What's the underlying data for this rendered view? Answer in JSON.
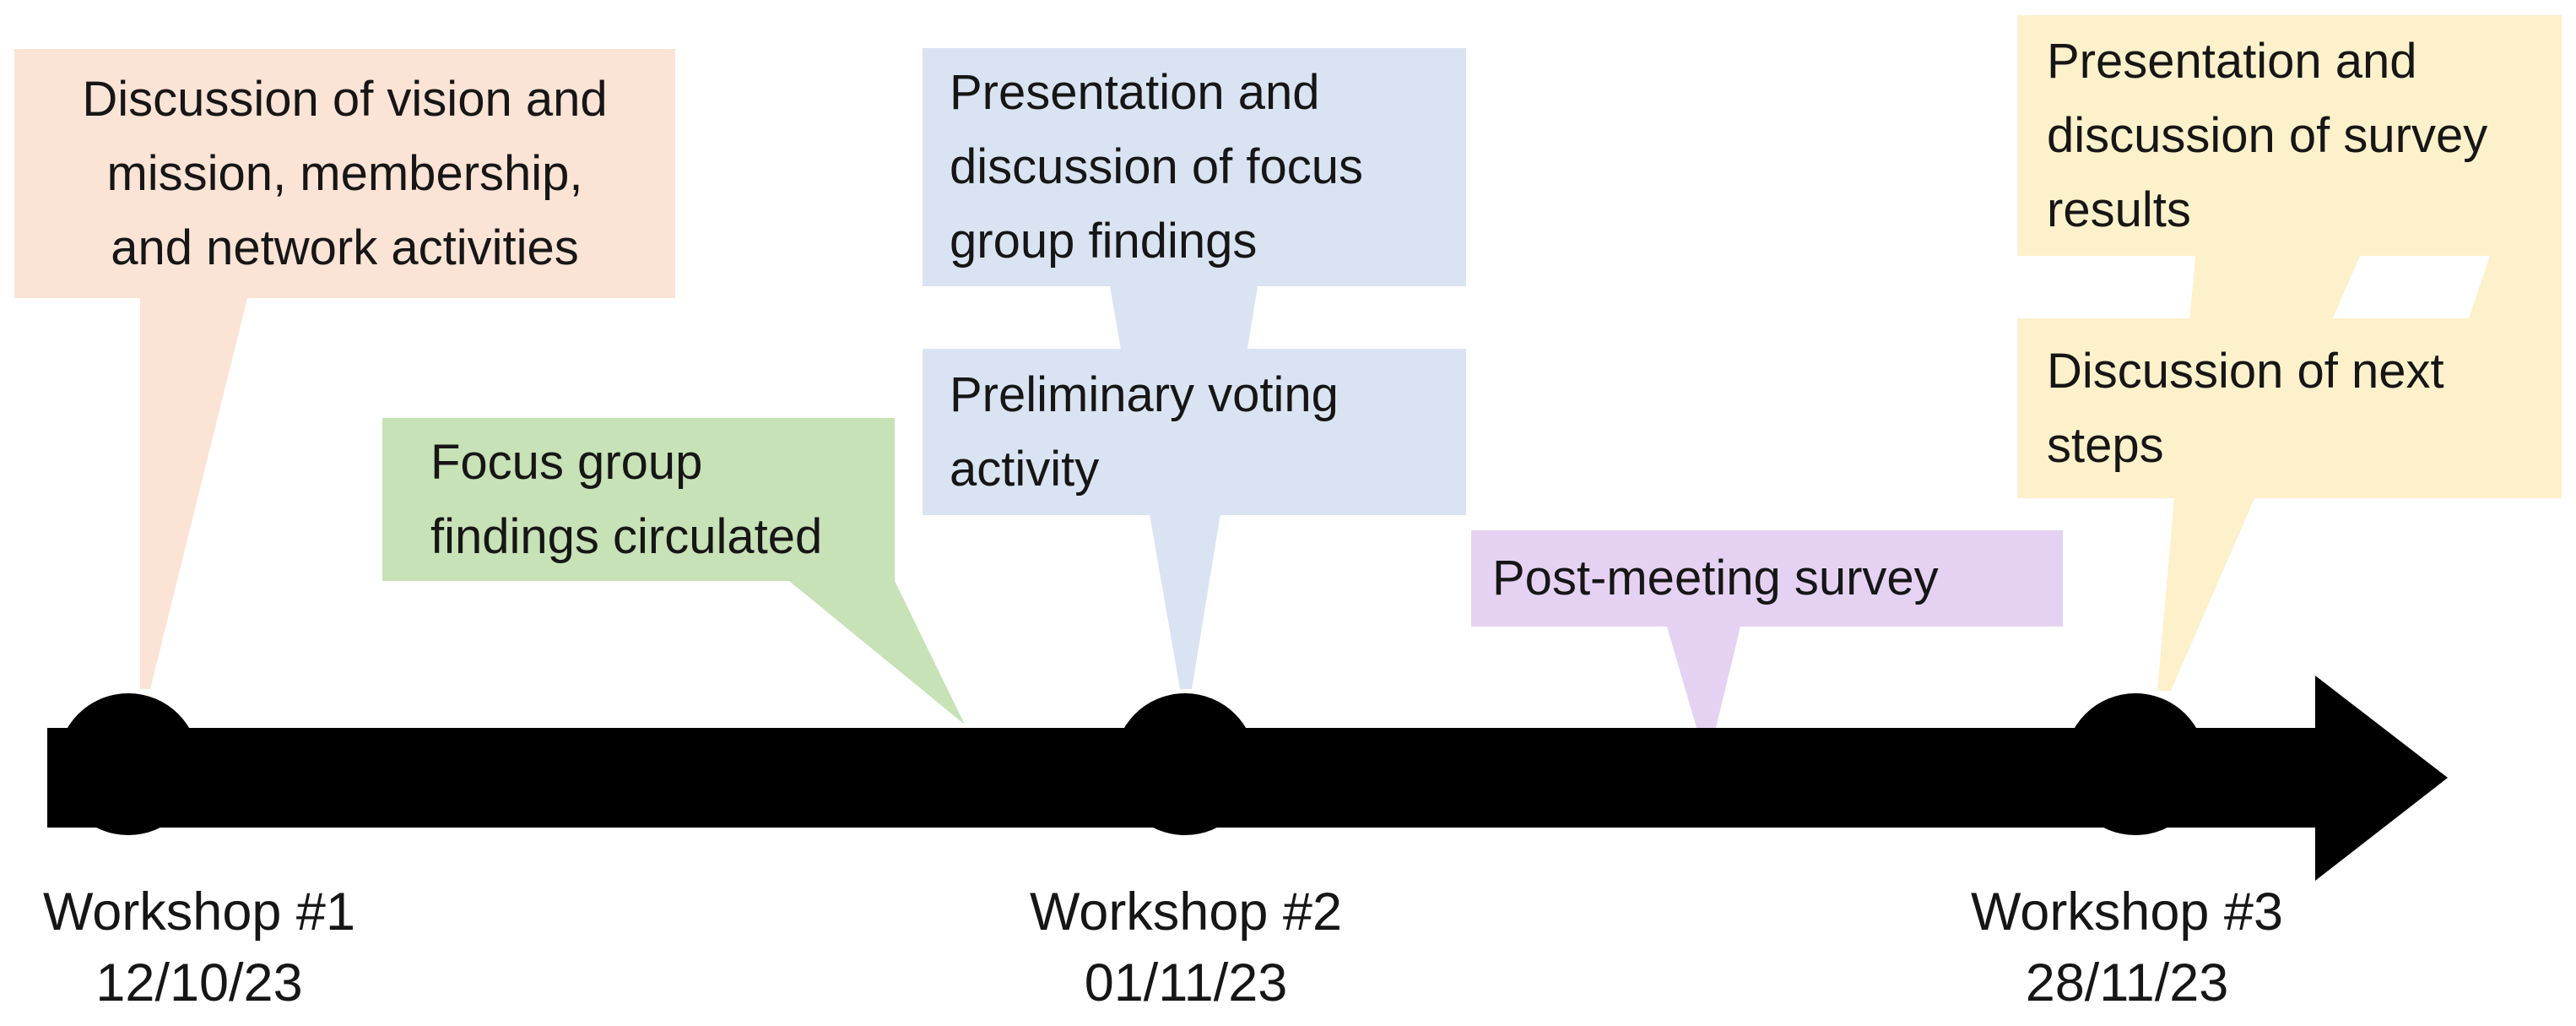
{
  "colors": {
    "background": "#ffffff",
    "timeline": "#000000",
    "text": "#161616",
    "peach": "#fbe3d5",
    "green": "#c6e2b6",
    "blue": "#dae3f2",
    "purple": "#e5d2f3",
    "yellow": "#fdf1cb"
  },
  "callouts": {
    "vision": {
      "lines": [
        "Discussion of vision and",
        "mission, membership,",
        "and network activities"
      ],
      "points_to": "Workshop #1"
    },
    "focus_group": {
      "lines": [
        "Focus group",
        "findings circulated"
      ],
      "points_to": "between Workshop #1 and Workshop #2"
    },
    "presentation_focus": {
      "lines": [
        "Presentation and",
        "discussion of focus",
        "group findings"
      ],
      "points_to": "Workshop #2"
    },
    "voting": {
      "lines": [
        "Preliminary voting",
        "activity"
      ],
      "points_to": "Workshop #2"
    },
    "post_meeting_survey": {
      "lines": [
        "Post-meeting survey"
      ],
      "points_to": "between Workshop #2 and Workshop #3"
    },
    "presentation_survey": {
      "lines": [
        "Presentation and",
        "discussion of survey",
        "results"
      ],
      "points_to": "Workshop #3"
    },
    "next_steps": {
      "lines": [
        "Discussion of next",
        "steps"
      ],
      "points_to": "Workshop #3"
    }
  },
  "timeline": {
    "events": [
      {
        "name": "Workshop #1",
        "date": "12/10/23"
      },
      {
        "name": "Workshop #2",
        "date": "01/11/23"
      },
      {
        "name": "Workshop #3",
        "date": "28/11/23"
      }
    ]
  }
}
